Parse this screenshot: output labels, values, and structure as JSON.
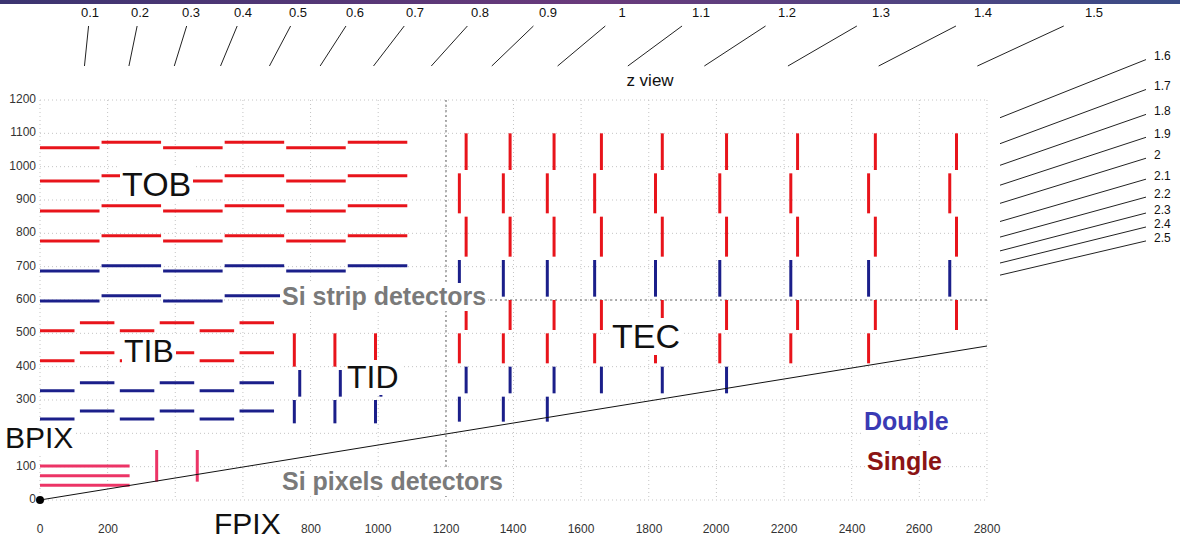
{
  "diagram": {
    "labels": [
      "0.1",
      "0.2",
      "0.3",
      "0.4",
      "0.5",
      "0.6",
      "0.7",
      "0.8",
      "0.9",
      "1",
      "1.1",
      "1.2",
      "1.3",
      "1.4",
      "1.5",
      "1.6",
      "1.7",
      "1.8",
      "1.9",
      "2",
      "2.1",
      "2.2",
      "2.3",
      "2.4",
      "2.5",
      "z view",
      "1200",
      "1100",
      "1000",
      "900",
      "800",
      "700",
      "600",
      "500",
      "400",
      "300",
      "100",
      "0",
      "0",
      "200",
      "800",
      "1000",
      "1200",
      "1400",
      "1600",
      "1800",
      "2000",
      "2200",
      "2400",
      "2600",
      "2800",
      "TOB",
      "Si strip detectors",
      "TIB",
      "TEC",
      "TID",
      "BPIX",
      "Double",
      "Si pixels detectors",
      "Single",
      "FPIX"
    ]
  }
}
